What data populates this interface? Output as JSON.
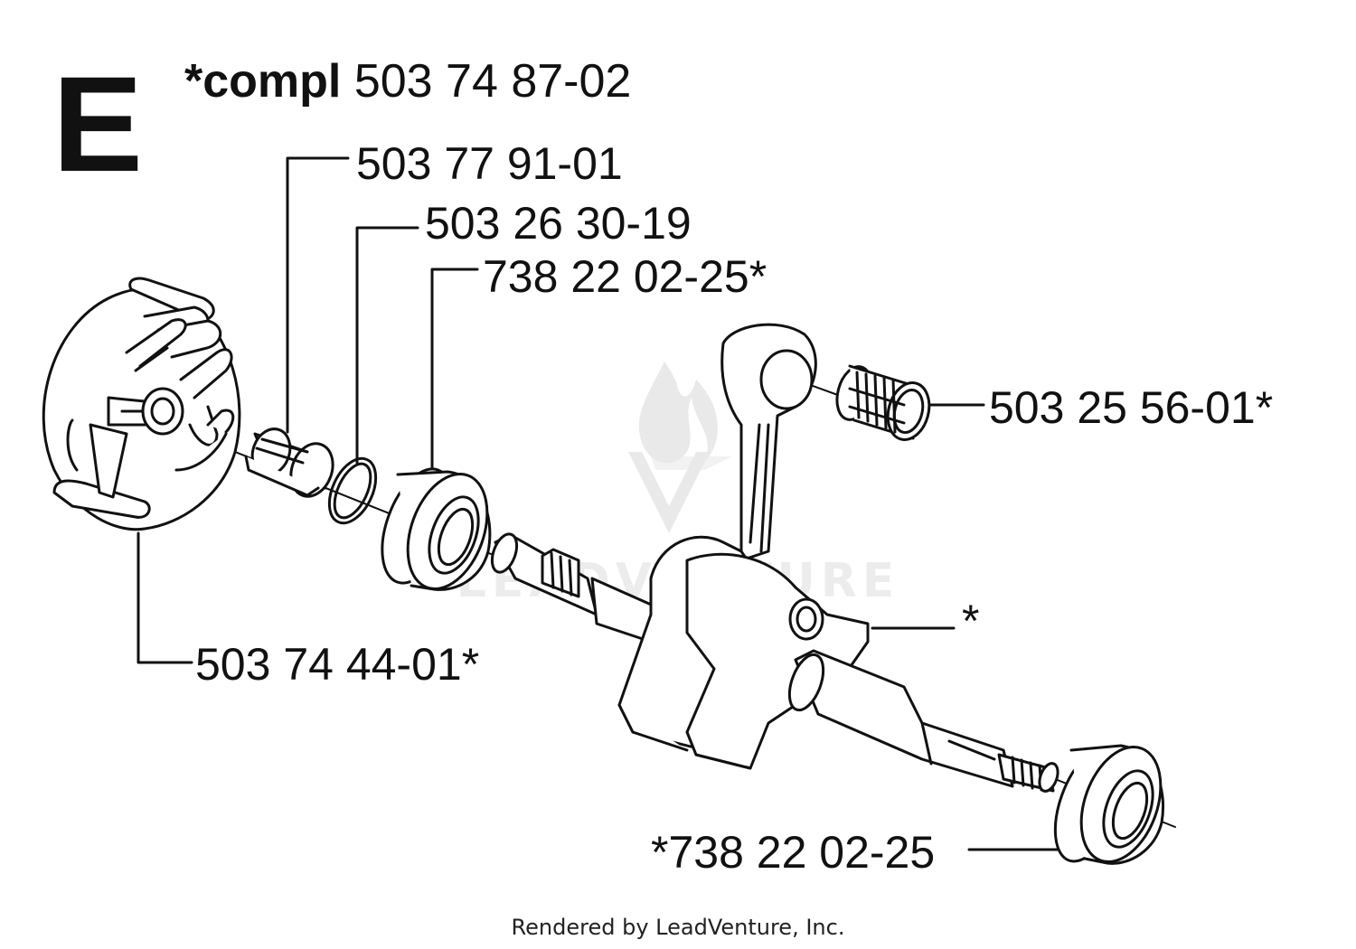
{
  "diagram": {
    "section_letter": "E",
    "assembly": {
      "prefix": "*compl",
      "part_number": "503 74 87-02"
    },
    "callouts": [
      {
        "id": "piston-pin-bearing",
        "text": "503 77 91-01"
      },
      {
        "id": "o-ring",
        "text": "503 26 30-19"
      },
      {
        "id": "bearing-clutch-side",
        "text": "738 22 02-25*"
      },
      {
        "id": "needle-bearing",
        "text": "503 25 56-01*"
      },
      {
        "id": "crankshaft",
        "text": "*"
      },
      {
        "id": "clutch",
        "text": "503 74 44-01*"
      },
      {
        "id": "bearing-flywheel-side",
        "text": "*738 22 02-25"
      }
    ]
  },
  "watermark": {
    "text": "LEADVENTURE"
  },
  "footer": {
    "text": "Rendered by LeadVenture, Inc."
  },
  "colors": {
    "line": "#111111",
    "watermark": "#e6e6e6"
  }
}
